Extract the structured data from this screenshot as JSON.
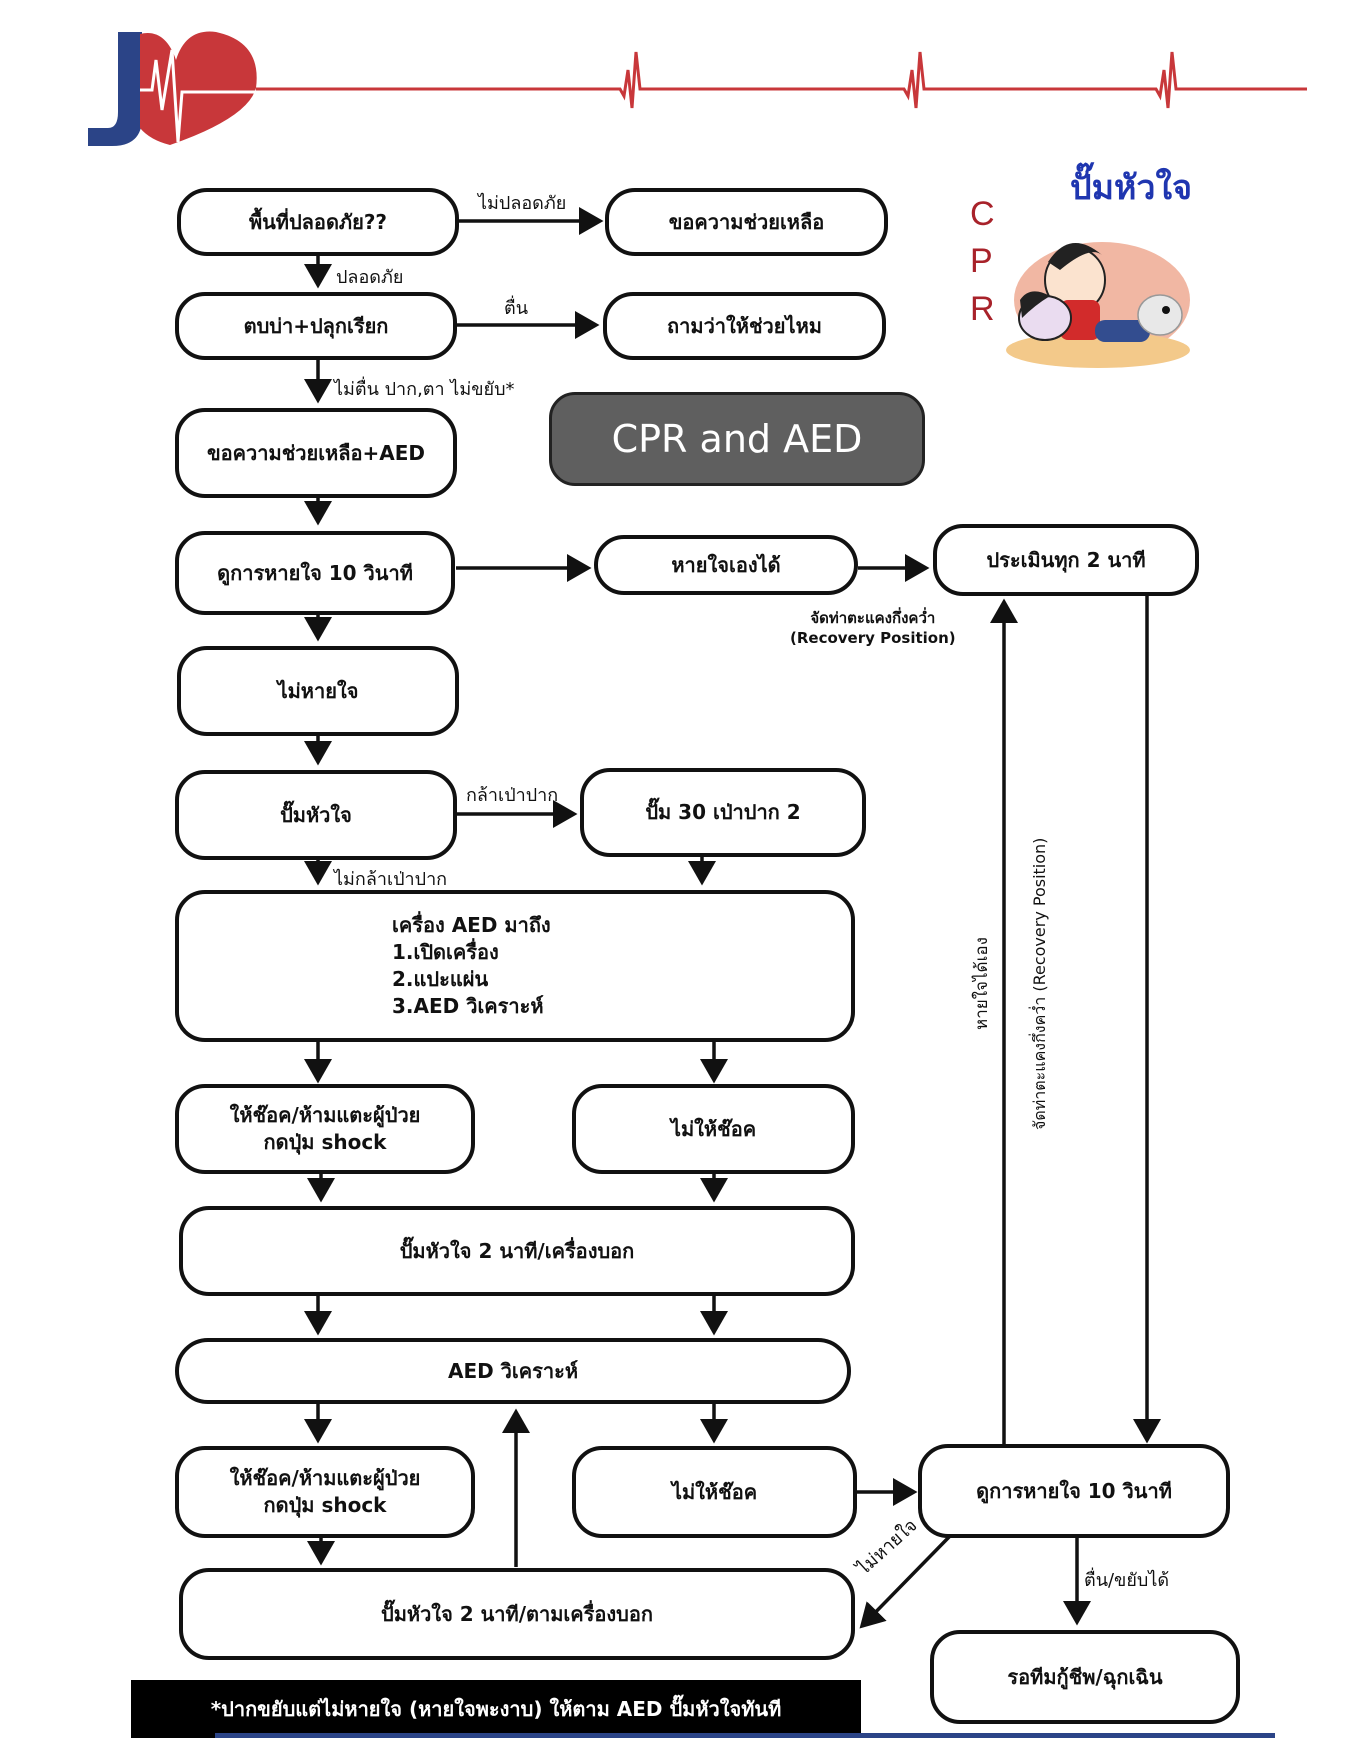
{
  "logo": {
    "letter": "J",
    "colors": {
      "blue": "#2b4487",
      "red": "#c8373a"
    }
  },
  "title": "CPR and AED",
  "illustration": {
    "cpr_letters": [
      "C",
      "P",
      "R"
    ],
    "caption": "ปั๊มหัวใจ"
  },
  "nodes": {
    "safe_area": "พื้นที่ปลอดภัย??",
    "ask_help": "ขอความช่วยเหลือ",
    "tap_shout": "ตบบ่า+ปลุกเรียก",
    "ask_need_help": "ถามว่าให้ช่วยไหม",
    "help_aed": "ขอความช่วยเหลือ+AED",
    "check_breath": "ดูการหายใจ 10 วินาที",
    "breathing_self": "หายใจเองได้",
    "assess_2min": "ประเมินทุก 2 นาที",
    "not_breathing": "ไม่หายใจ",
    "pump_heart": "ปั๊มหัวใจ",
    "pump30_blow2": "ปั๊ม 30 เป่าปาก 2",
    "aed_arrives": [
      "เครื่อง AED มาถึง",
      "1.เปิดเครื่อง",
      "2.แปะแผ่น",
      "3.AED วิเคราะห์"
    ],
    "shock1": [
      "ให้ช๊อค/ห้ามแตะผู้ป่วย",
      "กดปุ่ม shock"
    ],
    "no_shock1": "ไม่ให้ช๊อค",
    "cpr_2min_machine": "ปั๊มหัวใจ 2 นาที/เครื่องบอก",
    "aed_analyze": "AED วิเคราะห์",
    "shock2": [
      "ให้ช๊อค/ห้ามแตะผู้ป่วย",
      "กดปุ่ม shock"
    ],
    "no_shock2": "ไม่ให้ช๊อค",
    "check_breath2": "ดูการหายใจ 10 วินาที",
    "cpr_2min_follow": "ปั๊มหัวใจ 2 นาที/ตามเครื่องบอก",
    "wait_team": "รอทีมกู้ชีพ/ฉุกเฉิน"
  },
  "edge_labels": {
    "not_safe": "ไม่ปลอดภัย",
    "safe": "ปลอดภัย",
    "awake": "ตื่น",
    "not_awake": "ไม่ตื่น ปาก,ตา ไม่ขยับ*",
    "recovery_th": "จัดท่าตะแคงกึ่งคว่ำ",
    "recovery_en": "(Recovery Position)",
    "dare_blow": "กล้าเป่าปาก",
    "not_dare_blow": "ไม่กล้าเป่าปาก",
    "breathing_self_vertical": "หายใจได้เอง",
    "recovery_vertical": "จัดท่าตะแคงกึ่งคว่ำ (Recovery Position)",
    "not_breathing": "ไม่หายใจ",
    "awake_moving": "ตื่น/ขยับได้"
  },
  "footer_note": "*ปากขยับแต่ไม่หายใจ (หายใจพะงาบ) ให้ตาม AED ปั๊มหัวใจทันที"
}
